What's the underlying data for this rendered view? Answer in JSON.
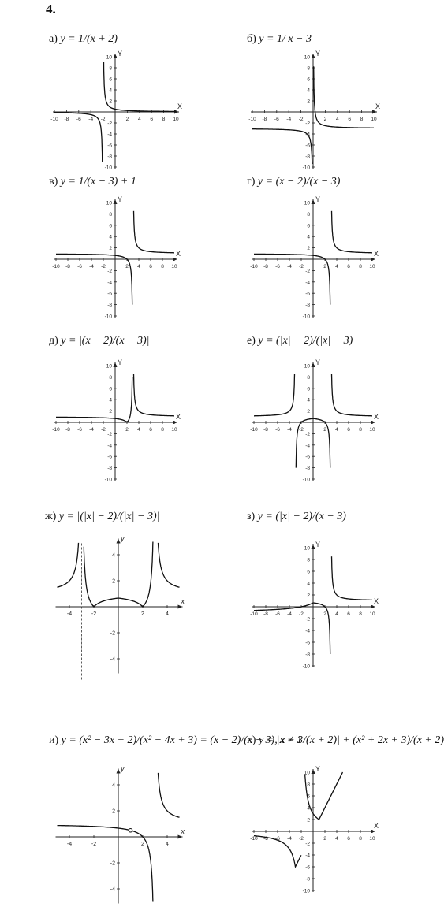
{
  "problem_number": "4.",
  "items": [
    {
      "letter": "а)",
      "formula": "y = 1/(x + 2)",
      "axis_type": "wide"
    },
    {
      "letter": "б)",
      "formula": "y = 1/ x − 3",
      "axis_type": "wide"
    },
    {
      "letter": "в)",
      "formula": "y = 1/(x − 3) + 1",
      "axis_type": "wide"
    },
    {
      "letter": "г)",
      "formula": "y = (x − 2)/(x − 3)",
      "axis_type": "wide"
    },
    {
      "letter": "д)",
      "formula": "y = |(x − 2)/(x − 3)|",
      "axis_type": "wide"
    },
    {
      "letter": "е)",
      "formula": "y = (|x| − 2)/(|x| − 3)",
      "axis_type": "wide"
    },
    {
      "letter": "ж)",
      "formula": "y = |(|x| − 2)/(|x| − 3)|",
      "axis_type": "narrow"
    },
    {
      "letter": "з)",
      "formula": "y = (|x| − 2)/(x − 3)",
      "axis_type": "wide"
    },
    {
      "letter": "и)",
      "formula": "y = (x² − 3x + 2)/(x² − 4x + 3) = (x − 2)/(x − 3), x ≠ 1",
      "axis_type": "narrow"
    },
    {
      "letter": "к)",
      "formula": "y = |x − 3/(x + 2)| + (x² + 2x + 3)/(x + 2)",
      "axis_type": "wide"
    }
  ],
  "axis_labels": {
    "wide_x": "X",
    "wide_y": "Y",
    "narrow_x": "x",
    "narrow_y": "y"
  },
  "wide_ticks_x": [
    "-10",
    "-8",
    "-6",
    "-4",
    "-2",
    "2",
    "4",
    "6",
    "8",
    "10"
  ],
  "wide_ticks_y": [
    "10",
    "8",
    "6",
    "4",
    "2",
    "-2",
    "-4",
    "-6",
    "-8",
    "-10"
  ],
  "narrow_ticks_x": [
    "-4",
    "-2",
    "2",
    "4"
  ],
  "narrow_ticks_y": [
    "4",
    "2",
    "-2",
    "-4"
  ],
  "chart_data": [
    {
      "type": "line",
      "xlim": [
        -10,
        10
      ],
      "ylim": [
        -10,
        10
      ],
      "series": [
        {
          "expression": "1/(x+2)",
          "asymptotes_x": [
            -2
          ]
        }
      ]
    },
    {
      "type": "line",
      "xlim": [
        -10,
        10
      ],
      "ylim": [
        -10,
        10
      ],
      "series": [
        {
          "expression": "1/x-3",
          "asymptotes_x": [
            0
          ]
        }
      ]
    },
    {
      "type": "line",
      "xlim": [
        -10,
        10
      ],
      "ylim": [
        -10,
        10
      ],
      "series": [
        {
          "expression": "1/(x-3)+1",
          "asymptotes_x": [
            3
          ]
        }
      ]
    },
    {
      "type": "line",
      "xlim": [
        -10,
        10
      ],
      "ylim": [
        -10,
        10
      ],
      "series": [
        {
          "expression": "(x-2)/(x-3)",
          "asymptotes_x": [
            3
          ]
        }
      ]
    },
    {
      "type": "line",
      "xlim": [
        -10,
        10
      ],
      "ylim": [
        -10,
        10
      ],
      "series": [
        {
          "expression": "|(x-2)/(x-3)|",
          "asymptotes_x": [
            3
          ]
        }
      ]
    },
    {
      "type": "line",
      "xlim": [
        -10,
        10
      ],
      "ylim": [
        -10,
        10
      ],
      "series": [
        {
          "expression": "(|x|-2)/(|x|-3)",
          "asymptotes_x": [
            -3,
            3
          ]
        }
      ]
    },
    {
      "type": "line",
      "xlim": [
        -5,
        5
      ],
      "ylim": [
        -5,
        5
      ],
      "series": [
        {
          "expression": "|(|x|-2)/(|x|-3)|",
          "asymptotes_x": [
            -3,
            3
          ],
          "dashed_asymptotes": true
        }
      ]
    },
    {
      "type": "line",
      "xlim": [
        -10,
        10
      ],
      "ylim": [
        -10,
        10
      ],
      "series": [
        {
          "expression": "(|x|-2)/(x-3)",
          "asymptotes_x": [
            3
          ]
        }
      ]
    },
    {
      "type": "line",
      "xlim": [
        -5,
        5
      ],
      "ylim": [
        -5,
        5
      ],
      "series": [
        {
          "expression": "(x-2)/(x-3)",
          "asymptotes_x": [
            3
          ],
          "dashed_asymptotes": true,
          "hole": [
            1,
            0.5
          ]
        }
      ]
    },
    {
      "type": "line",
      "xlim": [
        -10,
        10
      ],
      "ylim": [
        -10,
        10
      ],
      "series": [
        {
          "expression": "|x-3/(x+2)|+(x^2+2x+3)/(x+2)",
          "asymptotes_x": [
            -2
          ]
        }
      ]
    }
  ]
}
